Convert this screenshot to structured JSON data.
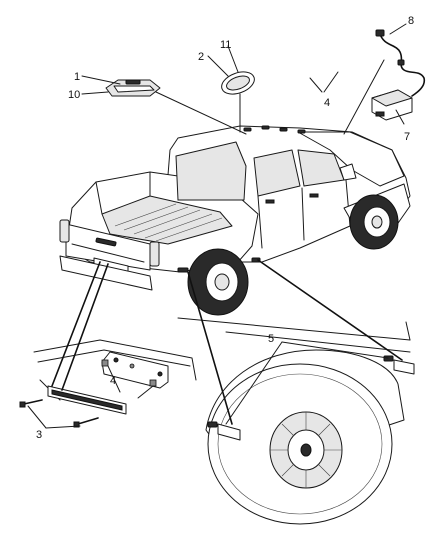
{
  "diagram": {
    "callouts": {
      "c1": "1",
      "c2": "2",
      "c3": "3",
      "c4a": "4",
      "c4b": "4",
      "c5": "5",
      "c7": "7",
      "c8": "8",
      "c10": "10",
      "c11": "11"
    }
  }
}
